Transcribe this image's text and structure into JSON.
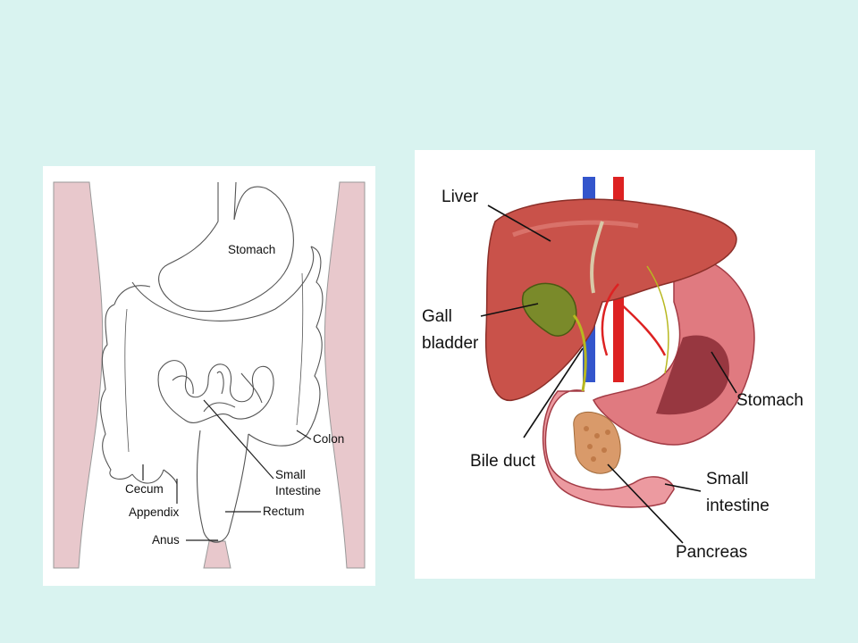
{
  "left_diagram": {
    "labels": {
      "stomach": "Stomach",
      "colon": "Colon",
      "small_intestine_1": "Small",
      "small_intestine_2": "Intestine",
      "cecum": "Cecum",
      "appendix": "Appendix",
      "rectum": "Rectum",
      "anus": "Anus"
    }
  },
  "right_diagram": {
    "labels": {
      "liver": "Liver",
      "gall_bladder_1": "Gall",
      "gall_bladder_2": "bladder",
      "stomach": "Stomach",
      "bile_duct": "Bile duct",
      "small_intestine_1": "Small",
      "small_intestine_2": "intestine",
      "pancreas": "Pancreas"
    }
  },
  "colors": {
    "background": "#d9f3f0",
    "body_skin": "#e8c8cc",
    "liver": "#c9524a",
    "gall_bladder": "#7a8a2a",
    "stomach": "#e07a80",
    "pancreas": "#d99a6a",
    "vein": "#3355cc",
    "artery": "#dd2222"
  }
}
